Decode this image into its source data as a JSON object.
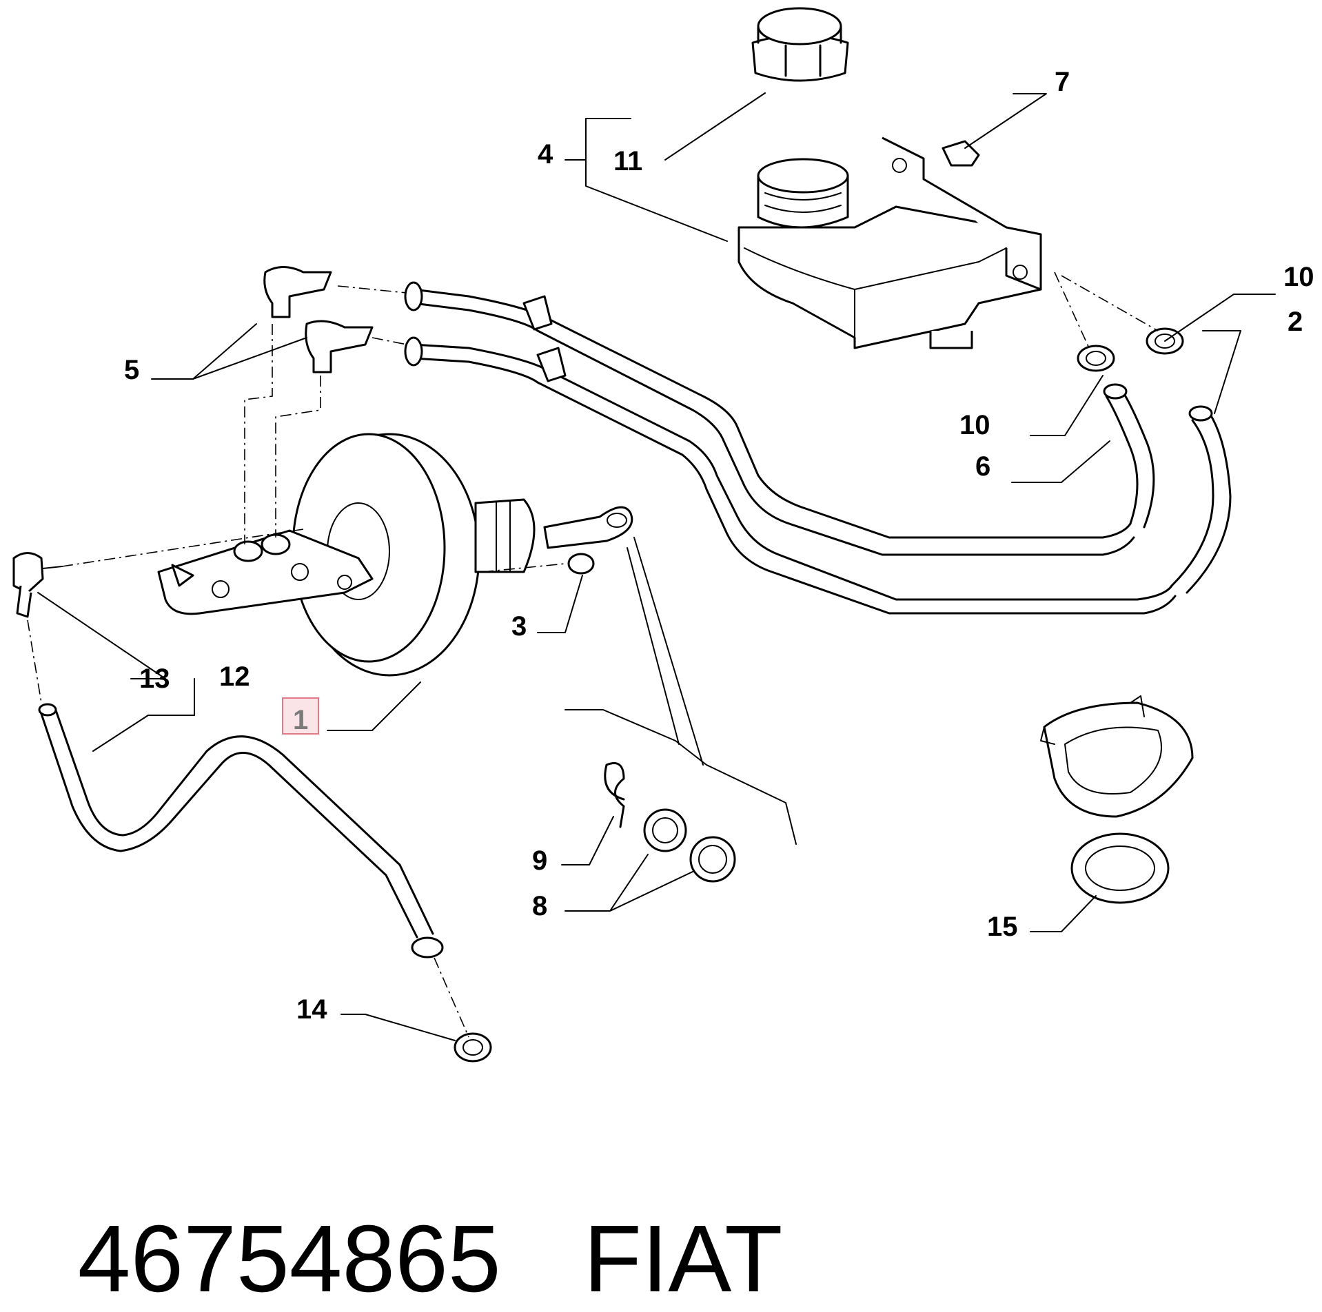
{
  "diagram": {
    "callouts": [
      {
        "id": "1",
        "label": "1",
        "highlighted": true
      },
      {
        "id": "2",
        "label": "2"
      },
      {
        "id": "3",
        "label": "3"
      },
      {
        "id": "4",
        "label": "4"
      },
      {
        "id": "5",
        "label": "5"
      },
      {
        "id": "6",
        "label": "6"
      },
      {
        "id": "7",
        "label": "7"
      },
      {
        "id": "8",
        "label": "8"
      },
      {
        "id": "9",
        "label": "9"
      },
      {
        "id": "10a",
        "label": "10"
      },
      {
        "id": "10b",
        "label": "10"
      },
      {
        "id": "11",
        "label": "11"
      },
      {
        "id": "12",
        "label": "12"
      },
      {
        "id": "13",
        "label": "13"
      },
      {
        "id": "14",
        "label": "14"
      },
      {
        "id": "15",
        "label": "15"
      }
    ],
    "highlight_color": "#e0a0a8"
  },
  "footer": {
    "part_number": "46754865",
    "brand": "FIAT"
  }
}
